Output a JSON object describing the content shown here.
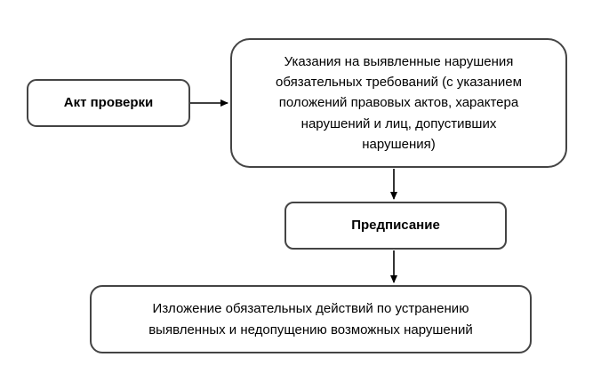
{
  "diagram": {
    "title": "",
    "background_color": "#ffffff",
    "node_border_color": "#444444",
    "node_fill_color": "#ffffff",
    "text_color": "#000000",
    "arrow_color": "#000000",
    "nodes": [
      {
        "id": "akt-proverki",
        "label": "Акт проверки",
        "bold": true,
        "shape": "rounded-rectangle"
      },
      {
        "id": "ukazaniya",
        "label": "Указания на выявленные нарушения\nобязательных требований (с указанием\nположений правовых актов, характера\nнарушений и лиц, допустивших\nнарушения)",
        "bold": false,
        "shape": "rounded-rectangle"
      },
      {
        "id": "predpisanie",
        "label": "Предписание",
        "bold": true,
        "shape": "rounded-rectangle"
      },
      {
        "id": "izlozhenie",
        "label": "Изложение обязательных действий по устранению\nвыявленных и недопущению возможных нарушений",
        "bold": false,
        "shape": "rounded-rectangle"
      }
    ],
    "arrows": [
      {
        "from": "akt-proverki",
        "to": "ukazaniya",
        "direction": "right"
      },
      {
        "from": "ukazaniya",
        "to": "predpisanie",
        "direction": "down"
      },
      {
        "from": "predpisanie",
        "to": "izlozhenie",
        "direction": "down"
      }
    ]
  }
}
